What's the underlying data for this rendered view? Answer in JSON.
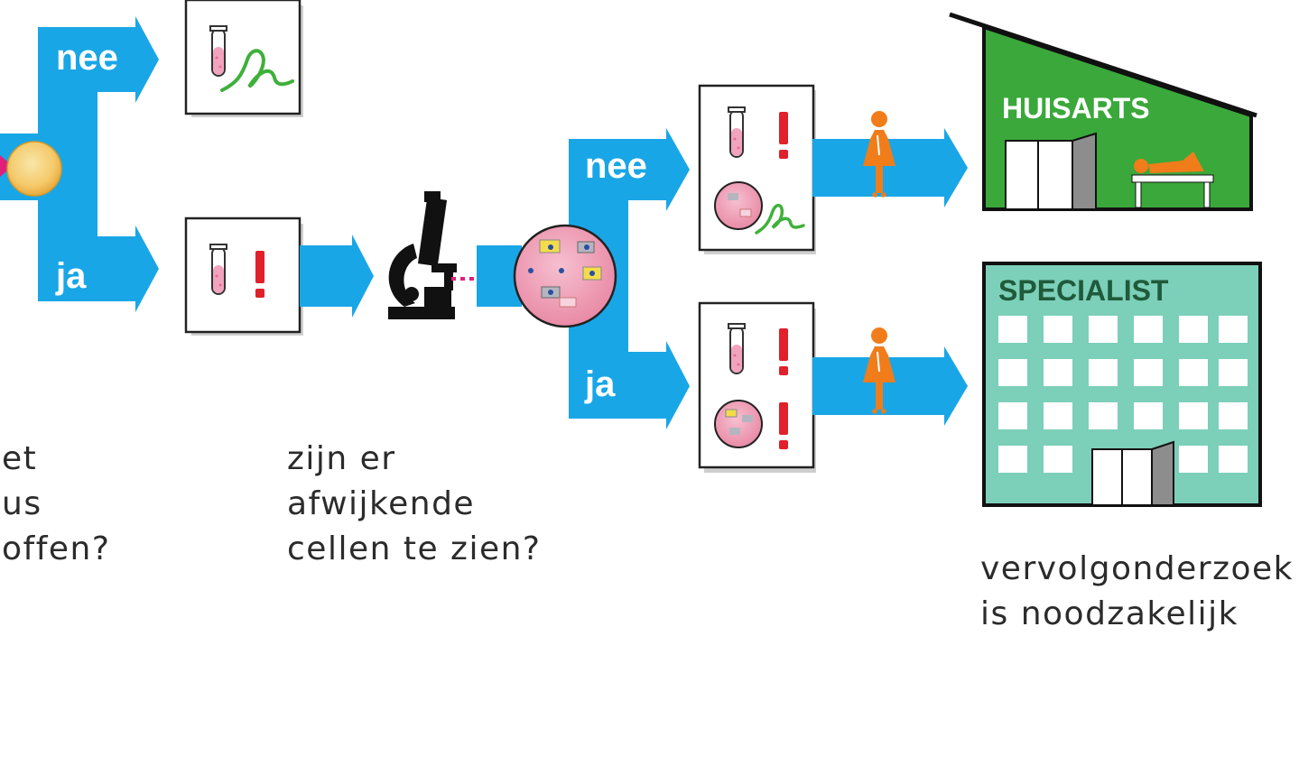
{
  "branch1": {
    "no_label": "nee",
    "yes_label": "ja"
  },
  "branch2": {
    "no_label": "nee",
    "yes_label": "ja"
  },
  "captions": {
    "left": "et\nus\noffen?",
    "middle": "zijn er\nafwijkende\ncellen te zien?",
    "right": "vervolgonderzoek\nis noodzakelijk"
  },
  "buildings": {
    "huisarts": "HUISARTS",
    "specialist": "SPECIALIST"
  },
  "colors": {
    "arrow": "#19a6e6",
    "alert": "#e0202a",
    "person": "#f07d1a",
    "huisarts_building": "#3aa83a",
    "specialist_building": "#7ccfb8",
    "specialist_label": "#1f5a3a",
    "ok_scribble": "#3fb03a"
  }
}
